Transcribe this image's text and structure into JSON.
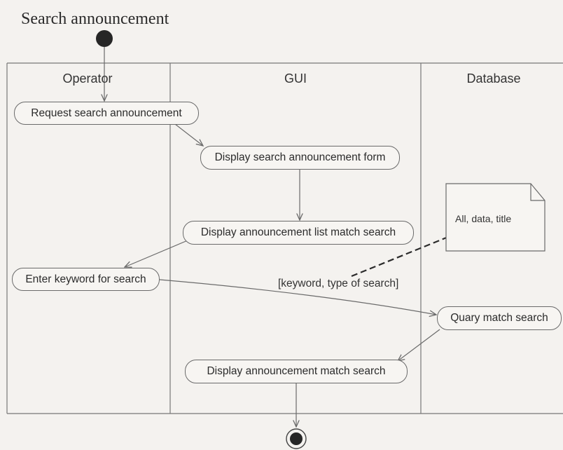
{
  "diagram": {
    "title": "Search announcement",
    "lanes": [
      "Operator",
      "GUI",
      "Database"
    ],
    "nodes": {
      "request_search": "Request search announcement",
      "display_form": "Display search announcement form",
      "display_list": "Display  announcement list match search",
      "enter_keyword": "Enter keyword for search",
      "query_match": "Quary match search",
      "display_match": "Display announcement match search"
    },
    "note": "All, data, title",
    "guard": "[keyword, type of search]",
    "colors": {
      "line": "#6a6a6a",
      "node_fill": "#f7f5f2",
      "initial": "#262626"
    }
  }
}
